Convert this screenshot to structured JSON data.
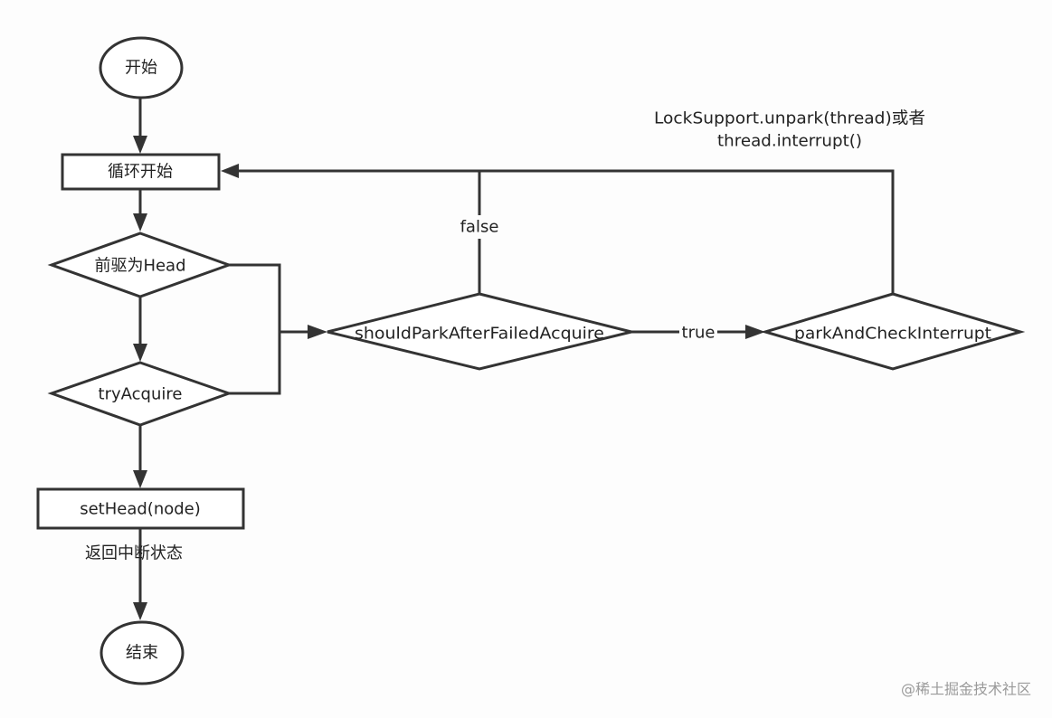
{
  "nodes": {
    "start": "开始",
    "loop_start": "循环开始",
    "predecessor_is_head": "前驱为Head",
    "try_acquire": "tryAcquire",
    "set_head": "setHead(node)",
    "end": "结束",
    "should_park": "shouldParkAfterFailedAcquire",
    "park_and_check": "parkAndCheckInterrupt"
  },
  "edge_labels": {
    "false": "false",
    "true": "true",
    "return_interrupt": "返回中断状态",
    "unpark_line1": "LockSupport.unpark(thread)或者",
    "unpark_line2": "thread.interrupt()"
  },
  "watermark": "@稀土掘金技术社区",
  "colors": {
    "stroke": "#333333",
    "fill": "#ffffff",
    "background": "#fdfdfd"
  }
}
